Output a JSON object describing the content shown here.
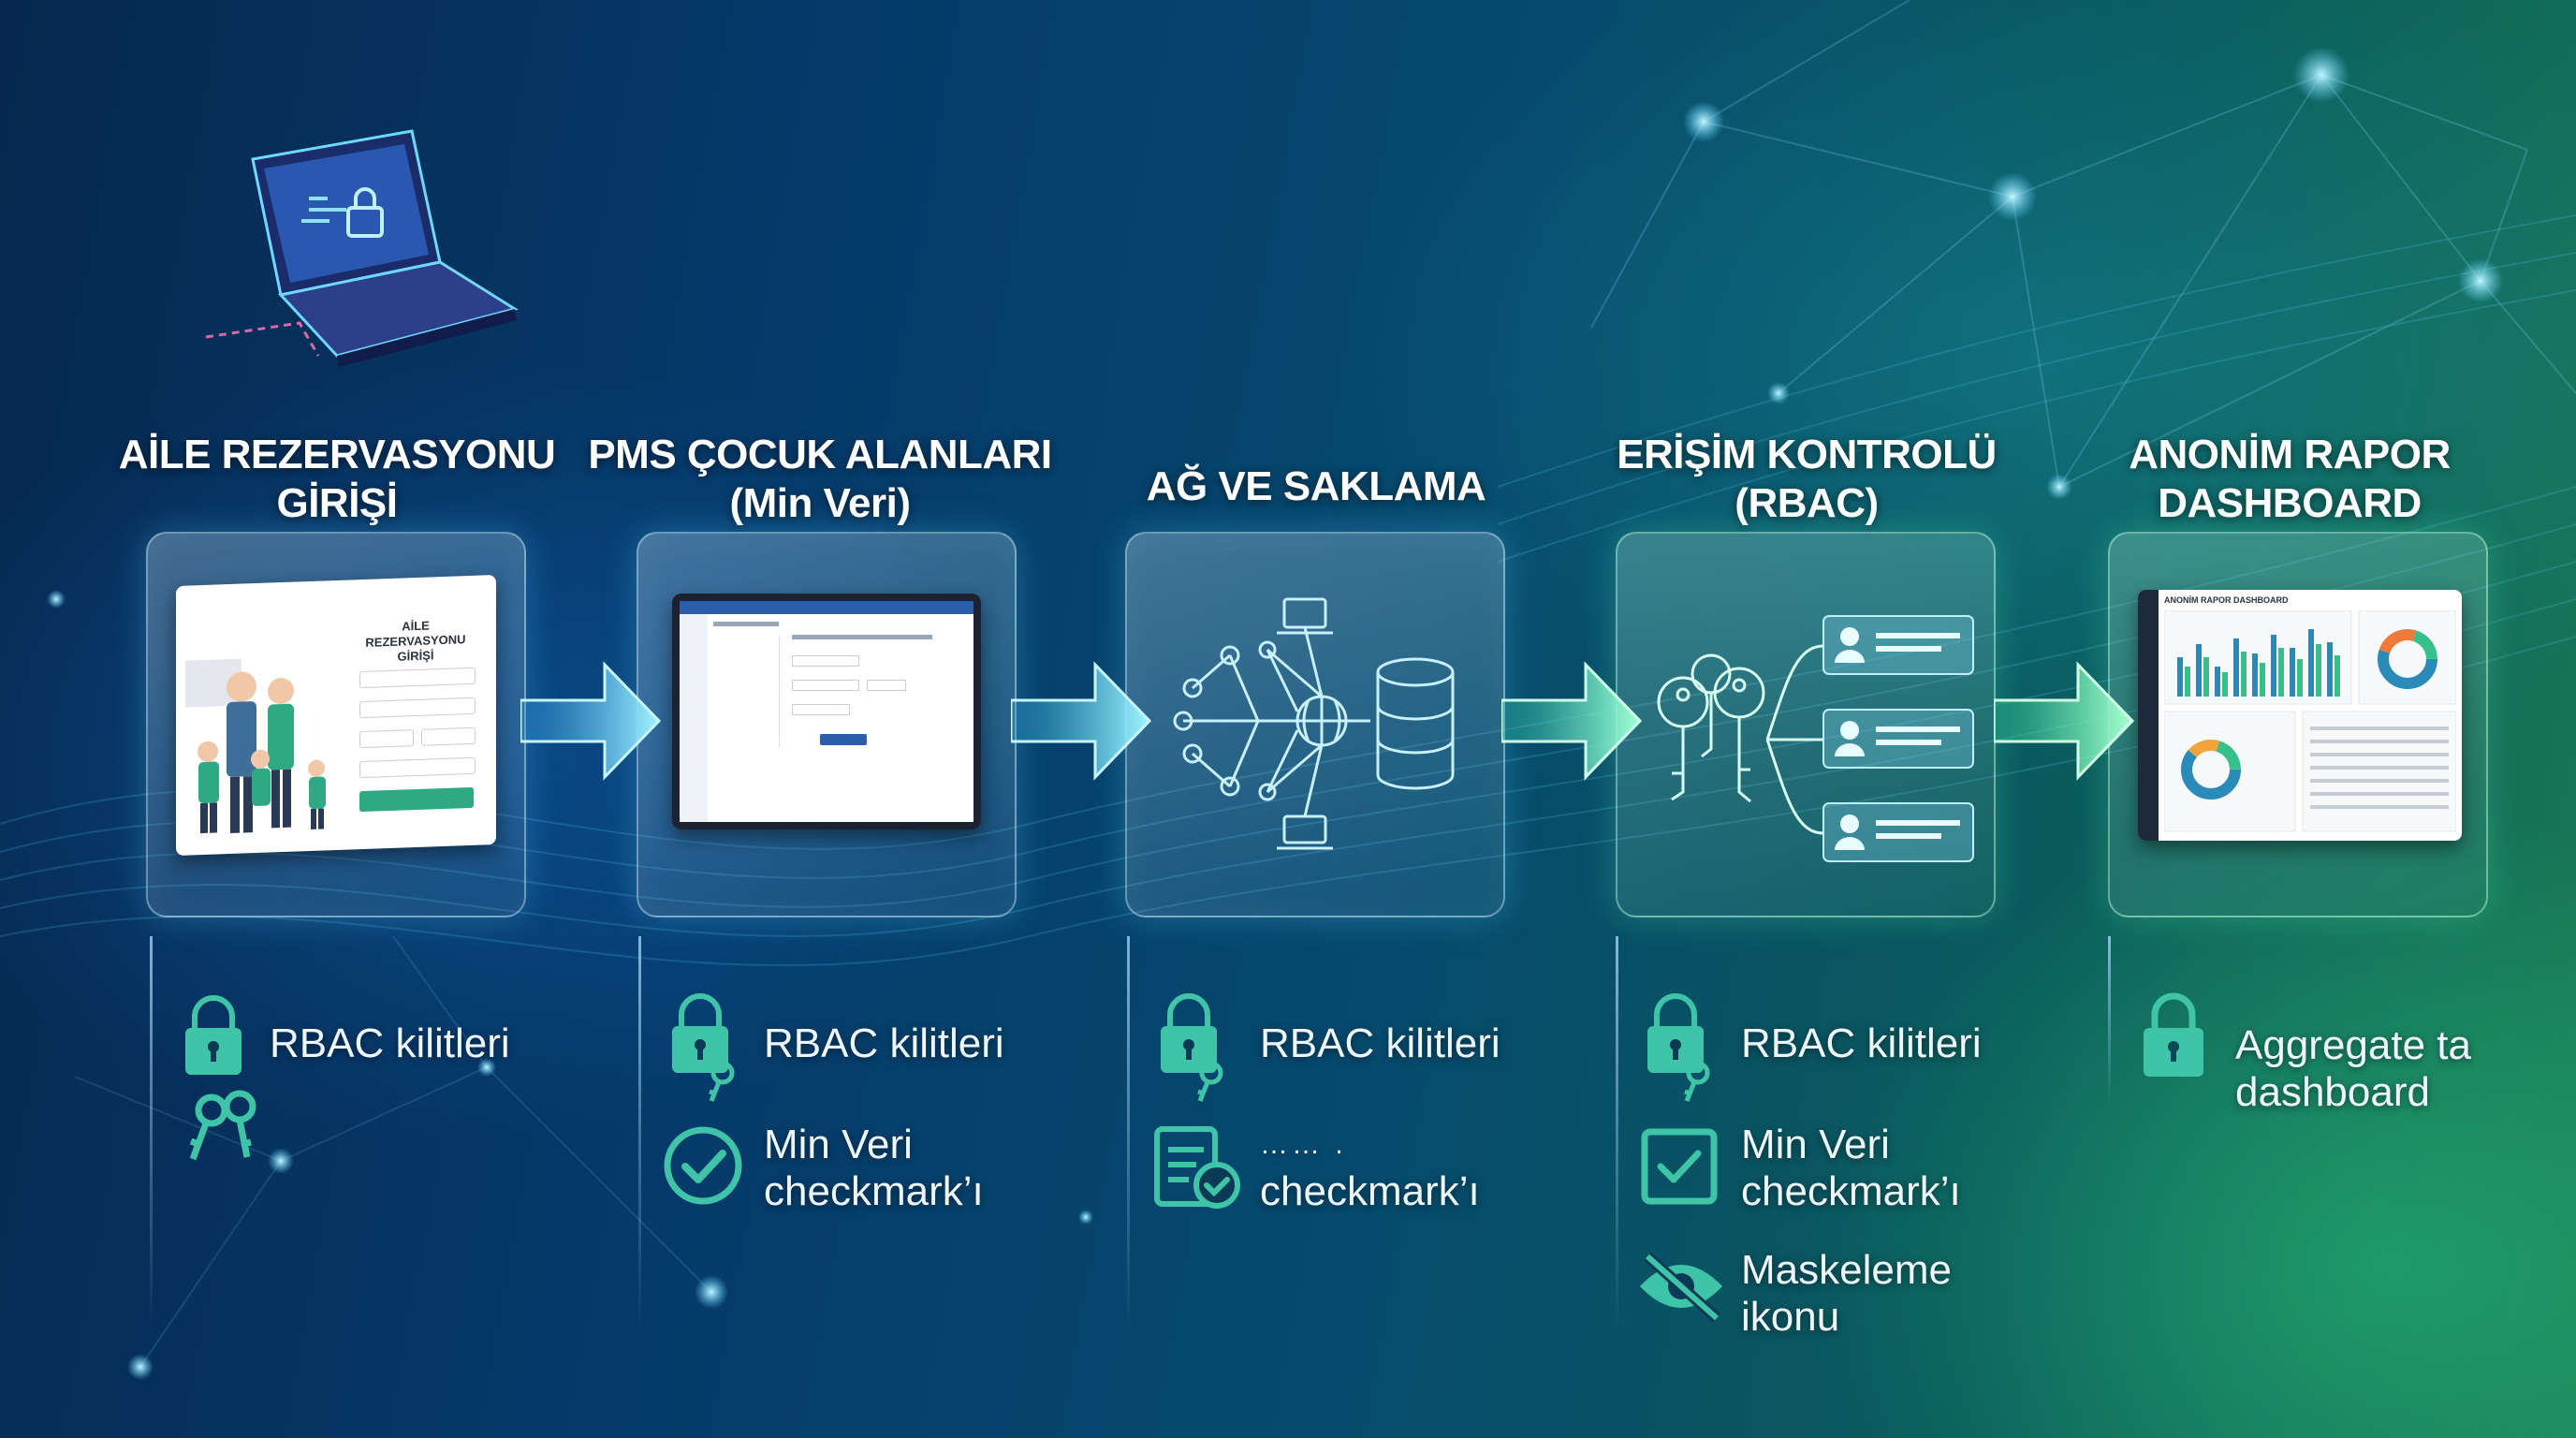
{
  "steps": [
    {
      "title_line1": "AİLE REZERVASYONU",
      "title_line2": "GİRİŞİ",
      "screen": {
        "form_title_line1": "AİLE REZERVASYONU",
        "form_title_line2": "GİRİŞİ"
      },
      "features": [
        {
          "icon": "padlock-keys-icon",
          "line1": "RBAC kilitleri",
          "line2": ""
        }
      ]
    },
    {
      "title_line1": "PMS ÇOCUK ALANLARI",
      "title_line2": "(Min Veri)",
      "features": [
        {
          "icon": "padlock-keys-icon",
          "line1": "RBAC kilitleri",
          "line2": ""
        },
        {
          "icon": "check-circle-icon",
          "line1": "Min Veri",
          "line2": "checkmark’ı"
        }
      ]
    },
    {
      "title_line1": "AĞ VE SAKLAMA",
      "title_line2": "",
      "features": [
        {
          "icon": "padlock-keys-icon",
          "line1": "RBAC kilitleri",
          "line2": ""
        },
        {
          "icon": "document-check-icon",
          "line1": "…… .",
          "line2": "checkmark’ı"
        }
      ]
    },
    {
      "title_line1": "ERİŞİM KONTROLÜ",
      "title_line2": "(RBAC)",
      "features": [
        {
          "icon": "padlock-keys-icon",
          "line1": "RBAC kilitleri",
          "line2": ""
        },
        {
          "icon": "check-square-icon",
          "line1": "Min Veri",
          "line2": "checkmark’ı"
        },
        {
          "icon": "eye-slash-icon",
          "line1": "Maskeleme",
          "line2": "ikonu"
        }
      ]
    },
    {
      "title_line1": "ANONİM RAPOR",
      "title_line2": "DASHBOARD",
      "screen": {
        "dashboard_title": "ANONİM RAPOR DASHBOARD"
      },
      "features": [
        {
          "icon": "padlock-icon",
          "line1": "Aggregate ta",
          "line2": "dashboard"
        }
      ]
    }
  ],
  "colors": {
    "accent_blue": "#5fd6ff",
    "accent_green": "#3fe0a0",
    "icon_teal": "#3fc4a8"
  }
}
